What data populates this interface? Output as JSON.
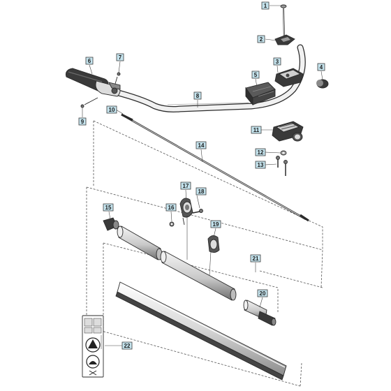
{
  "diagram": {
    "callouts": [
      {
        "label": "1"
      },
      {
        "label": "2"
      },
      {
        "label": "3"
      },
      {
        "label": "4"
      },
      {
        "label": "5"
      },
      {
        "label": "6"
      },
      {
        "label": "7"
      },
      {
        "label": "8"
      },
      {
        "label": "9"
      },
      {
        "label": "10"
      },
      {
        "label": "11"
      },
      {
        "label": "12"
      },
      {
        "label": "13"
      },
      {
        "label": "14"
      },
      {
        "label": "15"
      },
      {
        "label": "16"
      },
      {
        "label": "17"
      },
      {
        "label": "18"
      },
      {
        "label": "19"
      },
      {
        "label": "20"
      },
      {
        "label": "21"
      },
      {
        "label": "22"
      }
    ]
  },
  "colors": {
    "callout_fill": "#c5e4ee",
    "part_dark": "#3a3a3a",
    "part_mid": "#8a8a8a",
    "part_light": "#dcdcdc"
  }
}
